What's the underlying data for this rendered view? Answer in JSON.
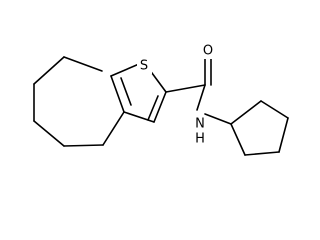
{
  "atoms": {
    "sulfur": "S",
    "oxygen": "O",
    "nitrogen": "N",
    "hydrogen": "H"
  },
  "colors": {
    "bond": "#000000",
    "background": "#ffffff"
  }
}
